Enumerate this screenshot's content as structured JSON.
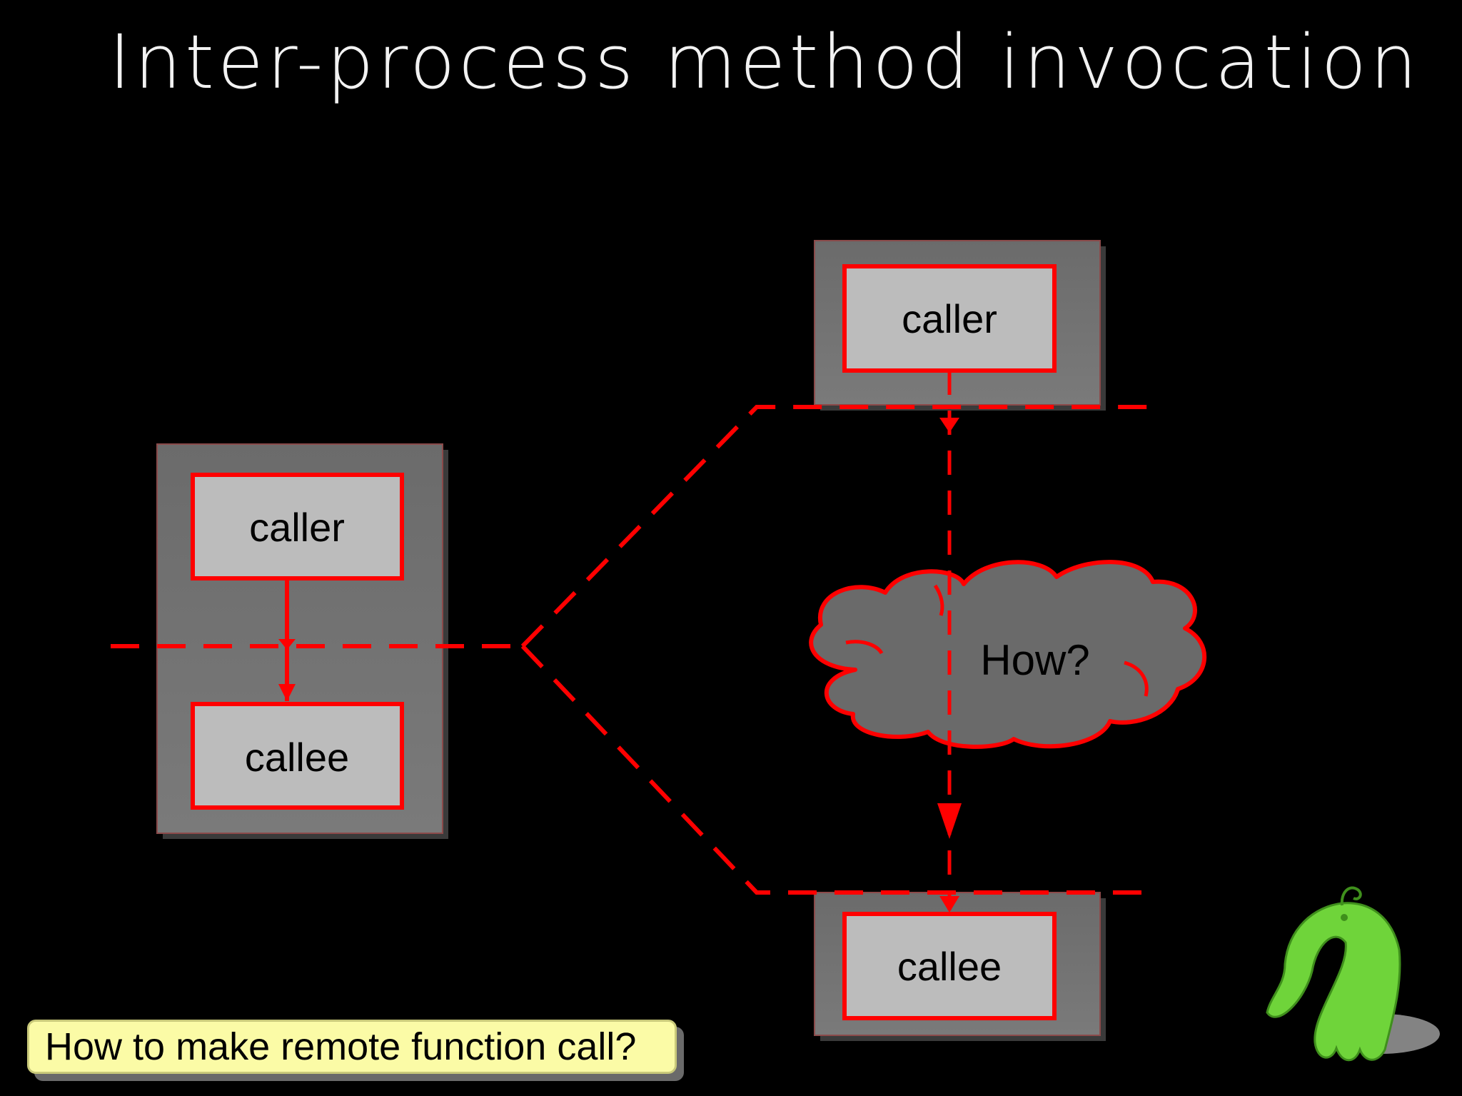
{
  "slide": {
    "title": "Inter-process method invocation",
    "question": "How to make remote function call?"
  },
  "local_process": {
    "caller_label": "caller",
    "callee_label": "callee"
  },
  "remote_process": {
    "caller_label": "caller",
    "callee_label": "callee",
    "network_label": "How?"
  },
  "colors": {
    "background": "#000000",
    "process_fill": "#6f6f6f",
    "node_fill": "#bcbcbc",
    "accent": "#ff0000",
    "callout_fill": "#fbfba6",
    "mascot": "#6fd43a"
  },
  "icons": {
    "mascot": "green-ghost-mascot-icon"
  }
}
